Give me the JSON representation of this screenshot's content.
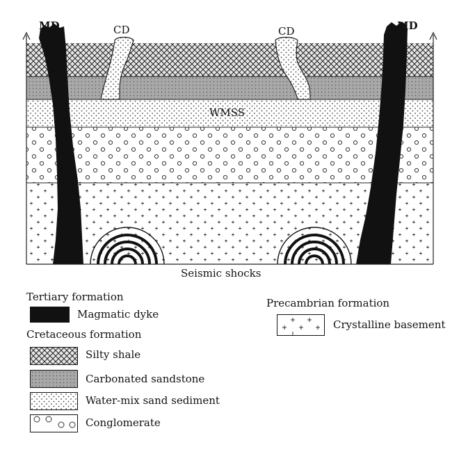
{
  "diagram": {
    "labels": {
      "md_left": "MD",
      "md_right": "MD",
      "cd_left": "CD",
      "cd_right": "CD",
      "wmss": "WMSS",
      "seismic": "Seismic shocks"
    }
  },
  "legend": {
    "tertiary": {
      "heading": "Tertiary formation",
      "items": [
        {
          "label": "Magmatic dyke",
          "pattern": "solid-black"
        }
      ]
    },
    "cretaceous": {
      "heading": "Cretaceous formation",
      "items": [
        {
          "label": "Silty shale",
          "pattern": "crosshatch"
        },
        {
          "label": "Carbonated sandstone",
          "pattern": "grey-dotted"
        },
        {
          "label": "Water-mix sand sediment",
          "pattern": "dotted"
        },
        {
          "label": "Conglomerate",
          "pattern": "circles"
        }
      ]
    },
    "precambrian": {
      "heading": "Precambrian formation",
      "items": [
        {
          "label": "Crystalline basement",
          "pattern": "plus"
        }
      ]
    }
  },
  "colors": {
    "dyke": "#111111",
    "sandstone_fill": "#a8a8a8",
    "line": "#222222",
    "background": "#ffffff"
  }
}
